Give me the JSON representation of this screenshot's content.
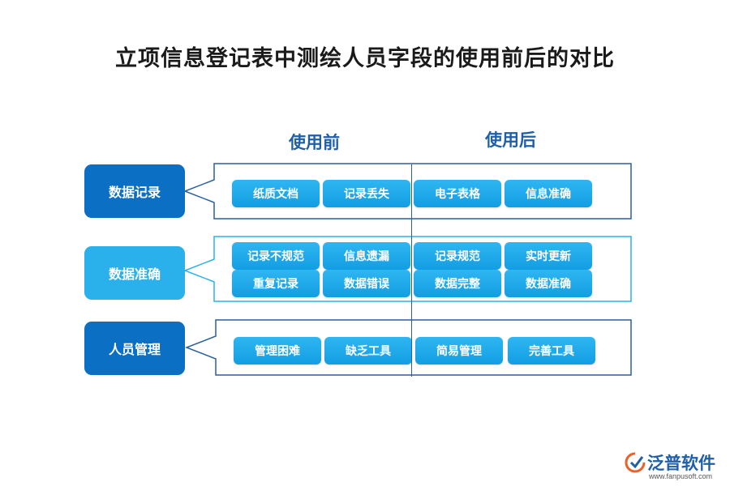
{
  "title": "立项信息登记表中测绘人员字段的使用前后的对比",
  "columns": {
    "before": "使用前",
    "after": "使用后"
  },
  "rows": [
    {
      "category": "数据记录",
      "color": "#0b6fc4",
      "border": "#2a5f9e",
      "before": [
        "纸质文档",
        "记录丢失"
      ],
      "after": [
        "电子表格",
        "信息准确"
      ]
    },
    {
      "category": "数据准确",
      "color": "#2ab1ec",
      "border": "#2ab1ec",
      "before": [
        "记录不规范",
        "信息遗漏",
        "重复记录",
        "数据错误"
      ],
      "after": [
        "记录规范",
        "实时更新",
        "数据完整",
        "数据准确"
      ]
    },
    {
      "category": "人员管理",
      "color": "#0b6fc4",
      "border": "#2a5f9e",
      "before": [
        "管理困难",
        "缺乏工具"
      ],
      "after": [
        "简易管理",
        "完善工具"
      ]
    }
  ],
  "logo": {
    "name": "泛普软件",
    "url": "www.fanpusoft.com"
  }
}
